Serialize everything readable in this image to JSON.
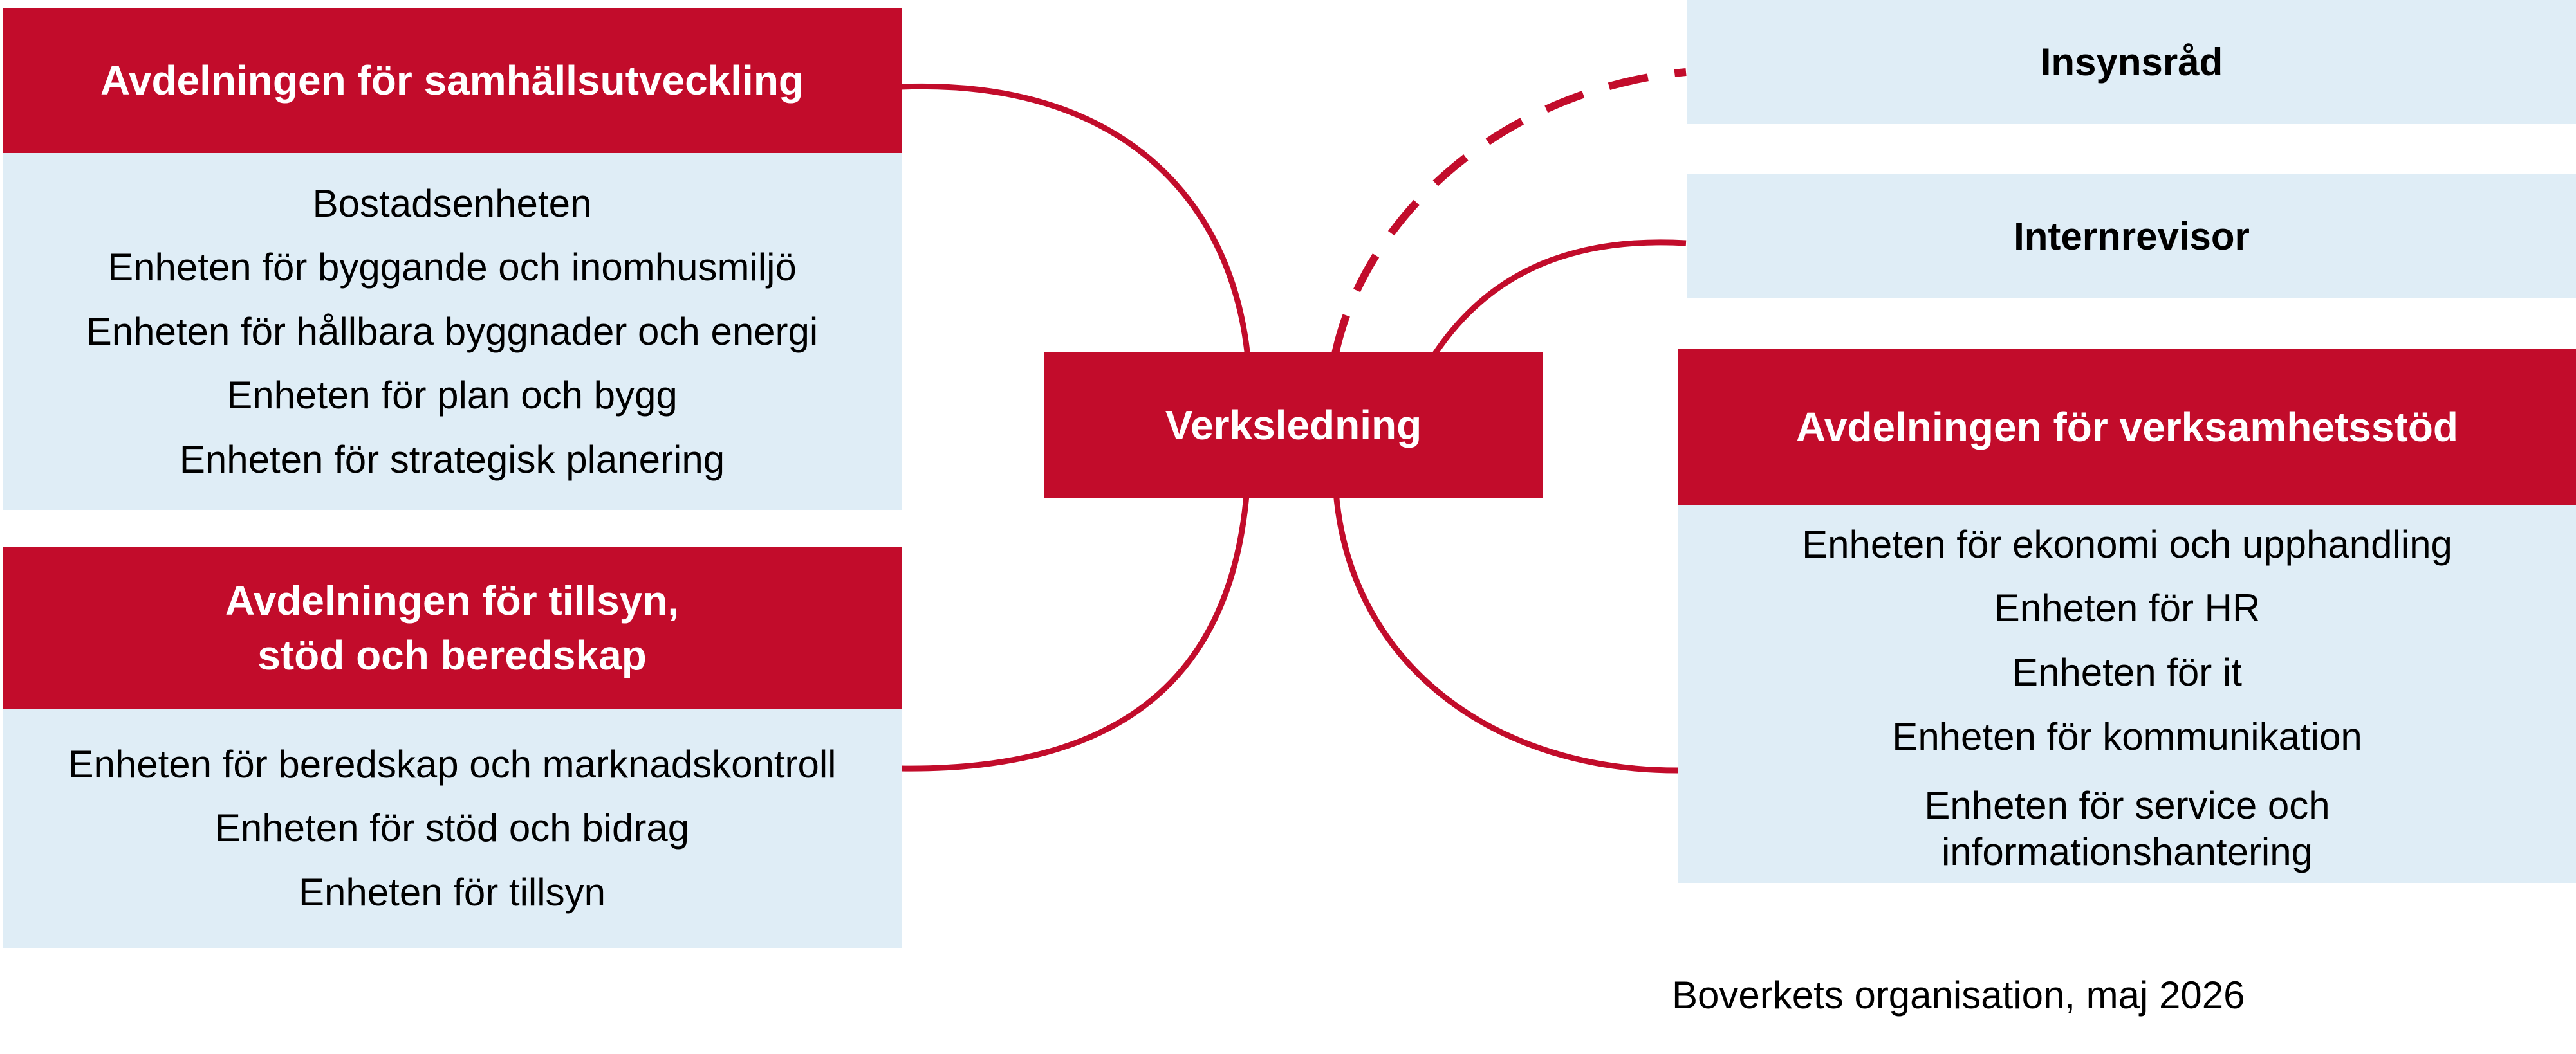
{
  "colors": {
    "accent_red": "#C20C2B",
    "light_blue": "#DFEDF6",
    "text_dark": "#000000",
    "text_light": "#FFFFFF"
  },
  "center": {
    "title": "Verksledning"
  },
  "left_top": {
    "title": "Avdelningen för samhällsutveckling",
    "units": [
      "Bostadsenheten",
      "Enheten för byggande och inomhusmiljö",
      "Enheten för hållbara byggnader och energi",
      "Enheten för plan och bygg",
      "Enheten för strategisk planering"
    ]
  },
  "left_bottom": {
    "title_line1": "Avdelningen för tillsyn,",
    "title_line2": "stöd och beredskap",
    "units": [
      "Enheten för beredskap och marknadskontroll",
      "Enheten för stöd och bidrag",
      "Enheten för tillsyn"
    ]
  },
  "right_top": {
    "insynsrad": "Insynsråd",
    "internrevisor": "Internrevisor"
  },
  "right_main": {
    "title": "Avdelningen för verksamhetsstöd",
    "units": [
      "Enheten för ekonomi och upphandling",
      "Enheten för HR",
      "Enheten för it",
      "Enheten för kommunikation"
    ],
    "last_unit_line1": "Enheten för service och",
    "last_unit_line2": "informationshantering"
  },
  "caption": "Boverkets organisation, maj 2026"
}
